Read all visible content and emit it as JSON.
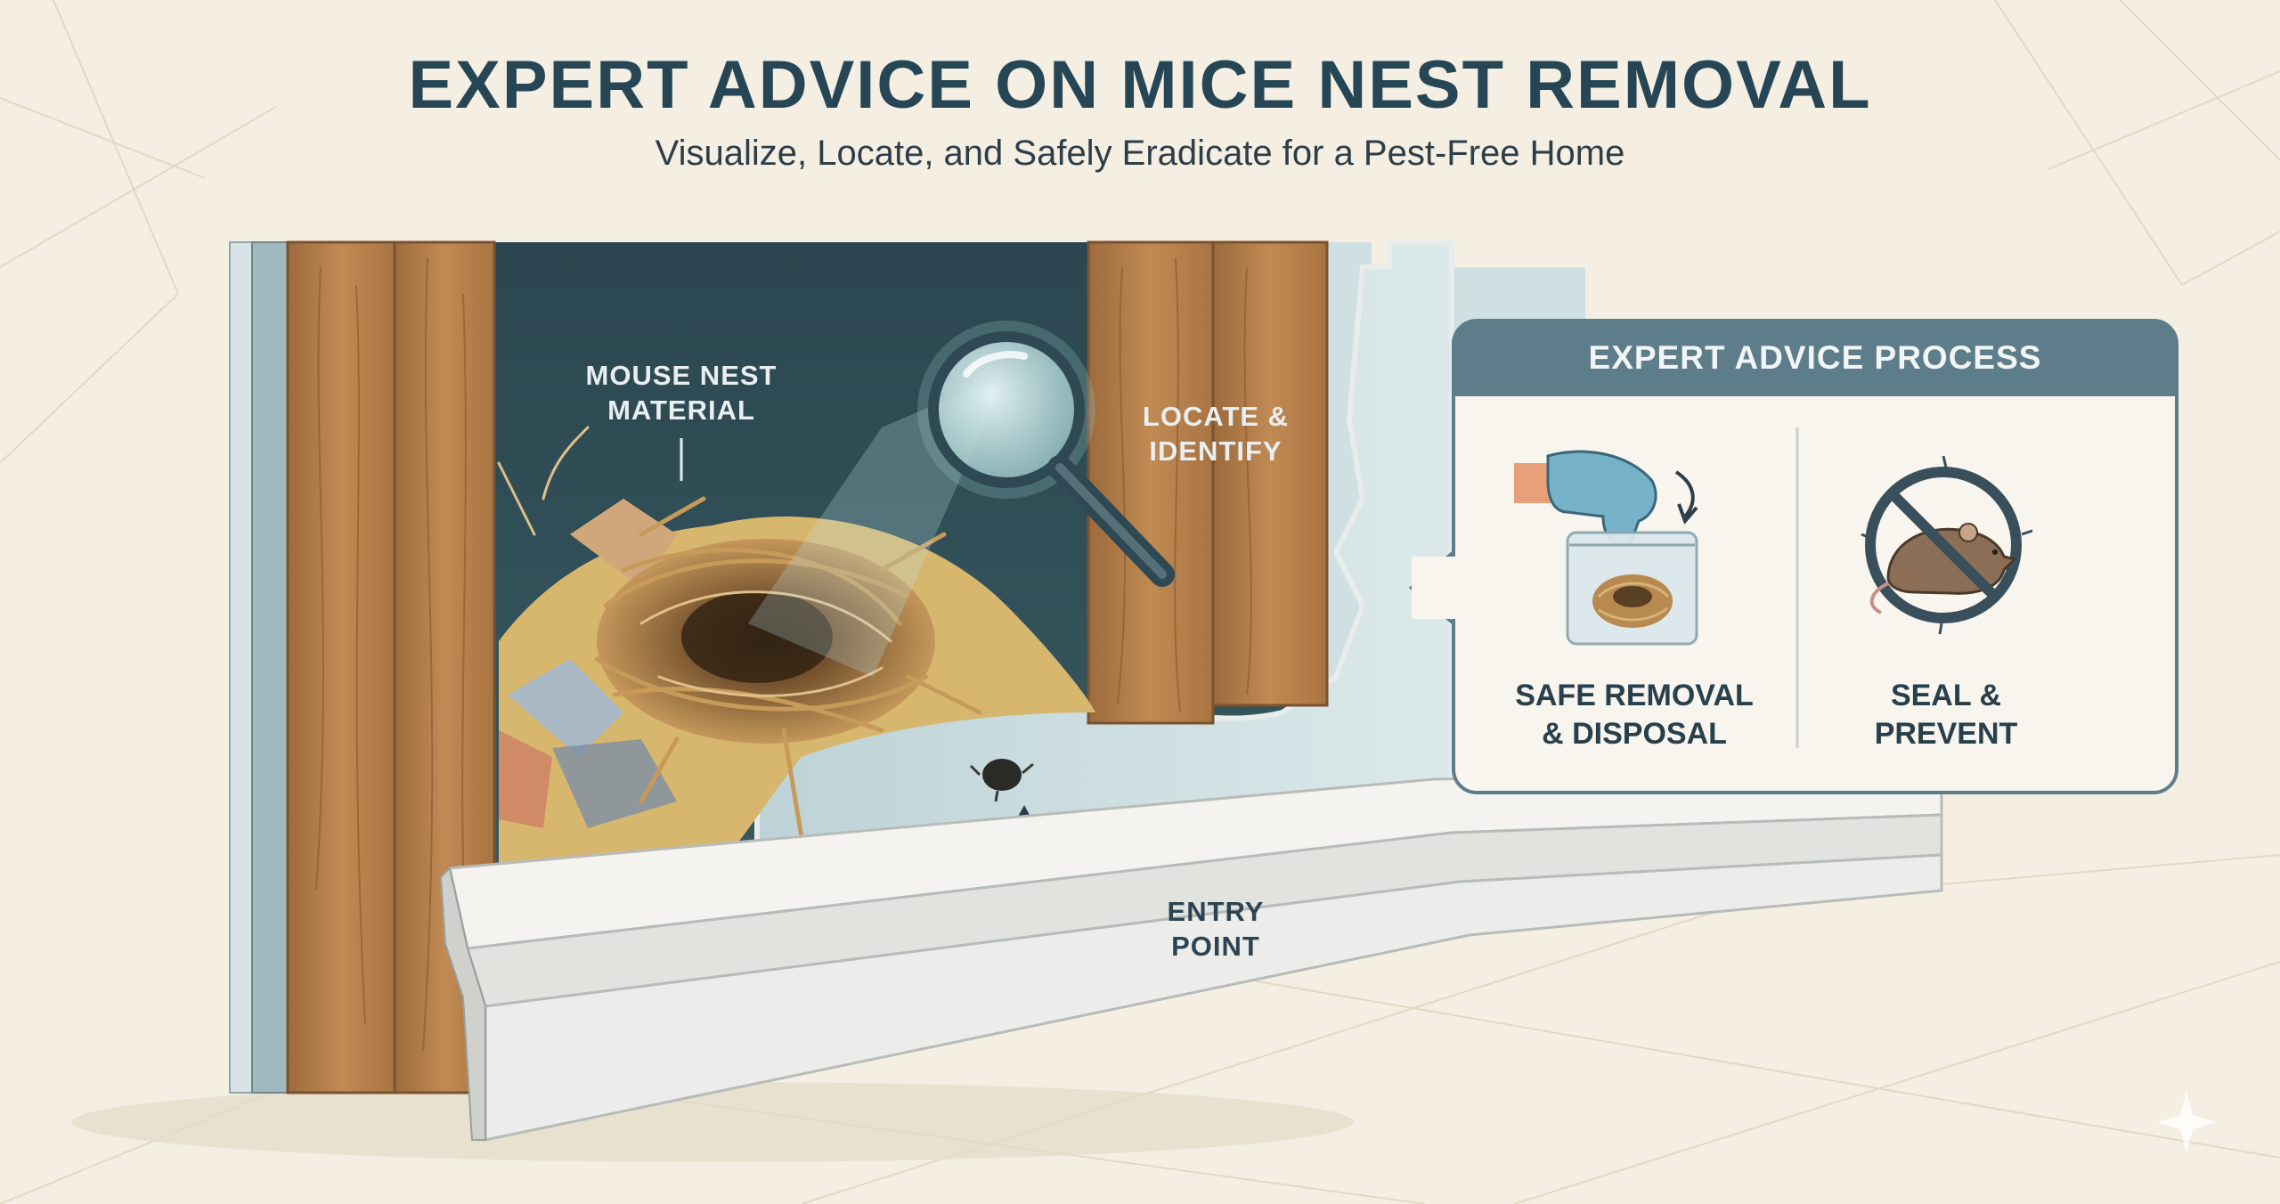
{
  "header": {
    "title": "EXPERT ADVICE ON MICE NEST REMOVAL",
    "subtitle": "Visualize, Locate, and Safely Eradicate for a Pest-Free Home"
  },
  "callouts": {
    "nest_material": [
      "MOUSE NEST",
      "MATERIAL"
    ],
    "locate": [
      "LOCATE &",
      "IDENTIFY"
    ],
    "entry_point": [
      "ENTRY",
      "POINT"
    ]
  },
  "process_panel": {
    "title": "EXPERT ADVICE PROCESS",
    "steps": [
      {
        "label": [
          "SAFE REMOVAL",
          "& DISPOSAL"
        ],
        "icon": "gloved-hand-bag-icon"
      },
      {
        "label": [
          "SEAL &",
          "PREVENT"
        ],
        "icon": "no-mouse-icon"
      }
    ]
  },
  "colors": {
    "background": "#f4efe2",
    "title_text": "#264656",
    "panel_header": "#5e7d8b",
    "cavity": "#2f4e58",
    "drywall": "#c9dde0",
    "wood": "#b9824d",
    "baseboard": "#e9e9e4",
    "nest": "#b88a50"
  }
}
